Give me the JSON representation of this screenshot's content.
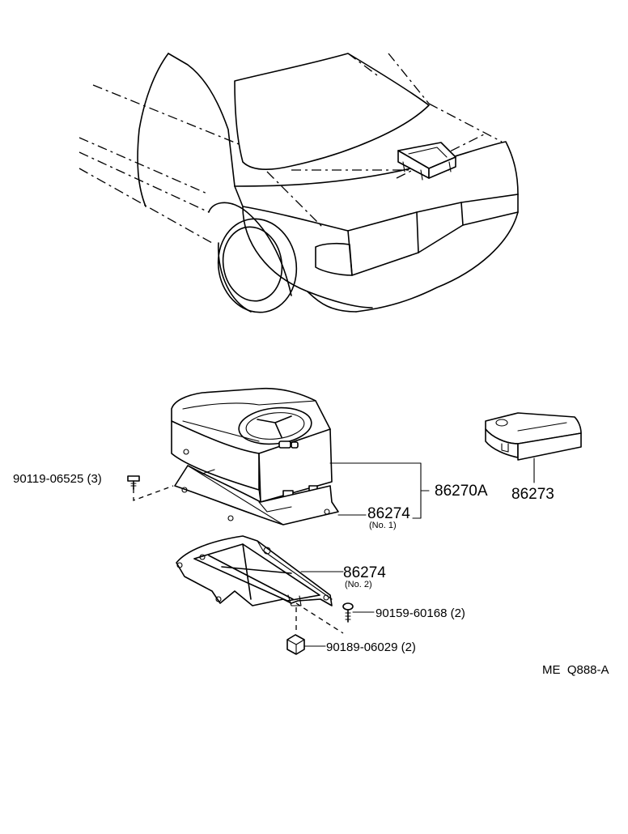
{
  "labels": {
    "bolt_a": "90119-06525 (3)",
    "assembly": "86270A",
    "bracket_no1": "86274",
    "bracket_no1_sub": "(No. 1)",
    "bracket_no2": "86274",
    "bracket_no2_sub": "(No. 2)",
    "screw": "90159-60168 (2)",
    "clip": "90189-06029 (2)",
    "box": "86273",
    "ref_code": "ME  Q888-A"
  }
}
